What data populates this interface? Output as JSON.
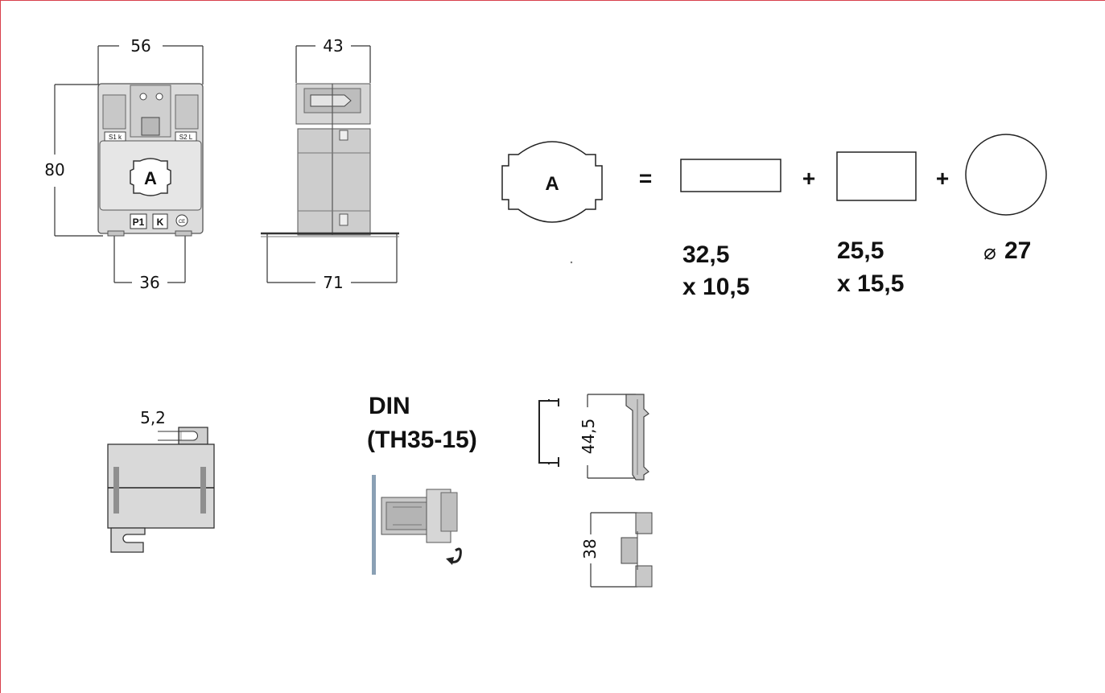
{
  "front_view": {
    "width": "56",
    "height": "80",
    "base_width": "36",
    "terminal_s1": "S1 k",
    "terminal_s2": "S2 L",
    "primary_mark": "A",
    "label_p1": "P1",
    "label_k": "K",
    "label_ce": "CE"
  },
  "side_view": {
    "depth": "43",
    "base_depth": "71"
  },
  "aperture": {
    "symbol": "A",
    "equals": "=",
    "plus": "+",
    "bar1_line1": "32,5",
    "bar1_line2": "x 10,5",
    "bar2_line1": "25,5",
    "bar2_line2": "x 15,5",
    "round_symbol": "⌀",
    "round_value": "27"
  },
  "screw_view": {
    "dimension": "5,2"
  },
  "din": {
    "line1": "DIN",
    "line2": "(TH35-15)",
    "height_1": "44,5",
    "height_2": "38"
  }
}
